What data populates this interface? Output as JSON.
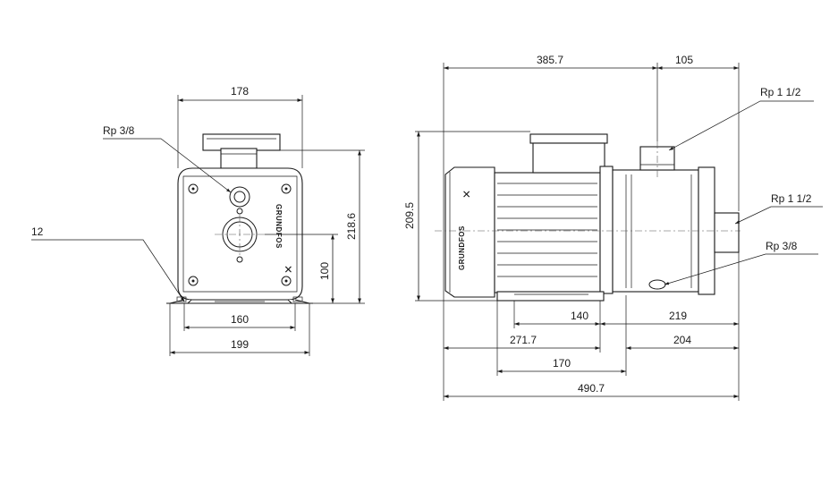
{
  "front_view": {
    "width_top": "178",
    "pipe_side": "Rp 3/8",
    "base_margin": "12",
    "foot_spacing": "160",
    "base_width": "199",
    "height_total": "218.6",
    "shaft_height": "100",
    "logo": "GRUNDFOS"
  },
  "side_view": {
    "len_motor": "385.7",
    "len_outlet": "105",
    "outlet": "Rp 1 1/2",
    "inlet": "Rp 1 1/2",
    "drain": "Rp 3/8",
    "height": "209.5",
    "foot_to_center": "140",
    "center_to_end": "219",
    "motor_len_2": "271.7",
    "pump_len": "204",
    "foot_span": "170",
    "total_len": "490.7",
    "logo": "GRUNDFOS"
  }
}
